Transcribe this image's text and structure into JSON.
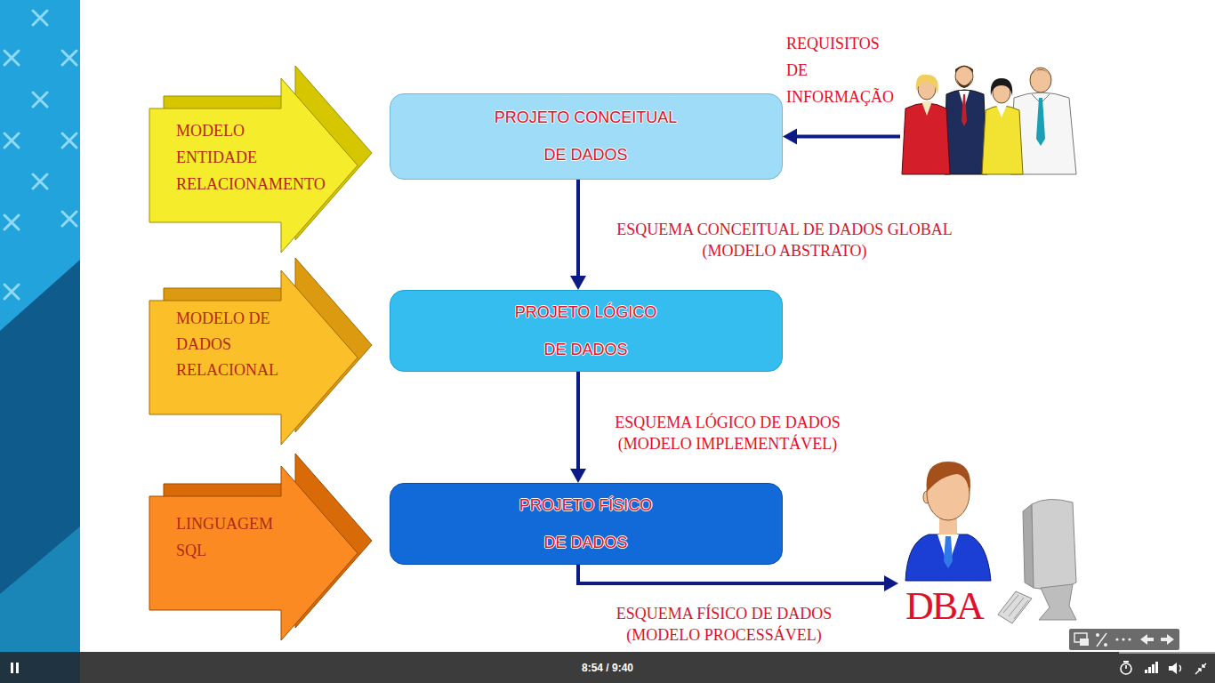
{
  "diagram": {
    "nodes": [
      {
        "text": [
          "MODELO ENTIDADE RELACIONAMENTO"
        ]
      },
      {
        "text": [
          "PROJETO CONCEITUAL DE DADOS"
        ]
      },
      {
        "text": [
          "REQUISITOS DE INFORMAÇÃO"
        ]
      },
      {
        "text": [
          "MODELO DE DADOS RELACIONAL"
        ]
      },
      {
        "text": [
          "PROJETO LÓGICO DE DADOS"
        ]
      },
      {
        "text": [
          "LINGUAGEM SQL"
        ]
      },
      {
        "text": [
          "PROJETO FÍSICO DE DADOS"
        ]
      },
      {
        "text": [
          "DBA"
        ]
      }
    ],
    "edges": [
      {
        "from": 2,
        "to": 1,
        "arrow": "to"
      },
      {
        "from": 1,
        "to": 4,
        "arrow": "to",
        "label": "ESQUEMA CONCEITUAL DE DADOS GLOBAL (MODELO ABSTRATO)"
      },
      {
        "from": 4,
        "to": 6,
        "arrow": "to",
        "label": "ESQUEMA LÓGICO DE DADOS (MODELO IMPLEMENTÁVEL)"
      },
      {
        "from": 6,
        "to": 7,
        "arrow": "to",
        "label": "ESQUEMA FÍSICO DE DADOS (MODELO PROCESSÁVEL)"
      }
    ],
    "labels": [
      "8:54 / 9:40"
    ]
  }
}
